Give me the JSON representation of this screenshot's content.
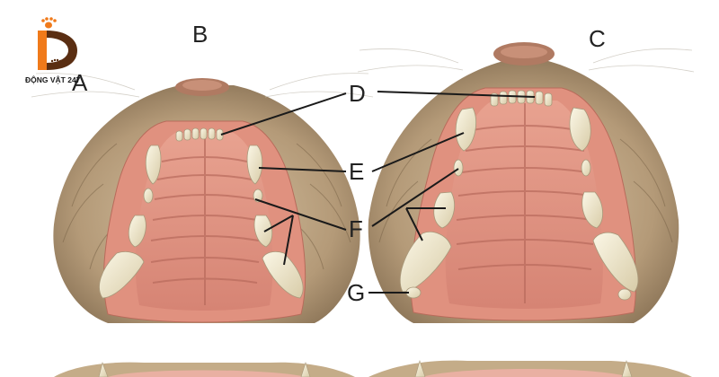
{
  "logo": {
    "text": "ĐỘNG VẬT 247",
    "letter": "D"
  },
  "labels": {
    "A": "A",
    "B": "B",
    "C": "C",
    "D": "D",
    "E": "E",
    "F": "F",
    "G": "G"
  },
  "colors": {
    "fur": "#b49a78",
    "fur_dark": "#8a7356",
    "gum": "#e69a8a",
    "palate": "#d98878",
    "ridge": "#c06e60",
    "tooth": "#f2ecd4",
    "tooth_shade": "#cfc3a0",
    "logo_orange": "#f07a1a",
    "logo_brown": "#5a2e12",
    "leader": "#1a1a1a"
  }
}
